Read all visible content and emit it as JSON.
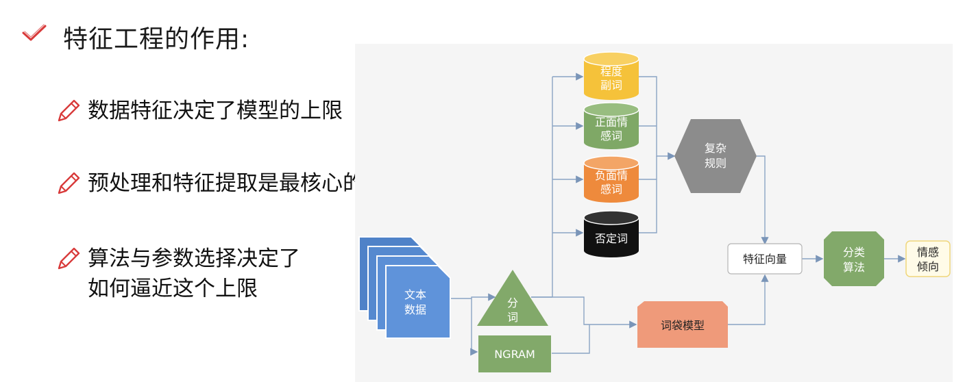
{
  "heading": "特征工程的作用:",
  "bullets": [
    "数据特征决定了模型的上限",
    "预处理和特征提取是最核心的",
    "算法与参数选择决定了",
    "如何逼近这个上限"
  ],
  "diagram": {
    "text_data": [
      "文本",
      "数据"
    ],
    "segmentation": [
      "分",
      "词"
    ],
    "ngram": "NGRAM",
    "degree_words": [
      "程度",
      "副词"
    ],
    "positive_words": [
      "正面情",
      "感词"
    ],
    "negative_words": [
      "负面情",
      "感词"
    ],
    "negation_words": "否定词",
    "complex_rules": [
      "复杂",
      "规则"
    ],
    "bag_of_words": "词袋模型",
    "feature_vector": "特征向量",
    "classifier": [
      "分类",
      "算法"
    ],
    "sentiment": [
      "情感",
      "倾向"
    ]
  },
  "colors": {
    "blue": "#5b8fd6",
    "green": "#82a96a",
    "yellow": "#f5c23a",
    "orange": "#ee8a3c",
    "black": "#111111",
    "gray": "#8c8c8c",
    "salmon": "#ef9a7a",
    "check_red": "#d83a3a"
  }
}
